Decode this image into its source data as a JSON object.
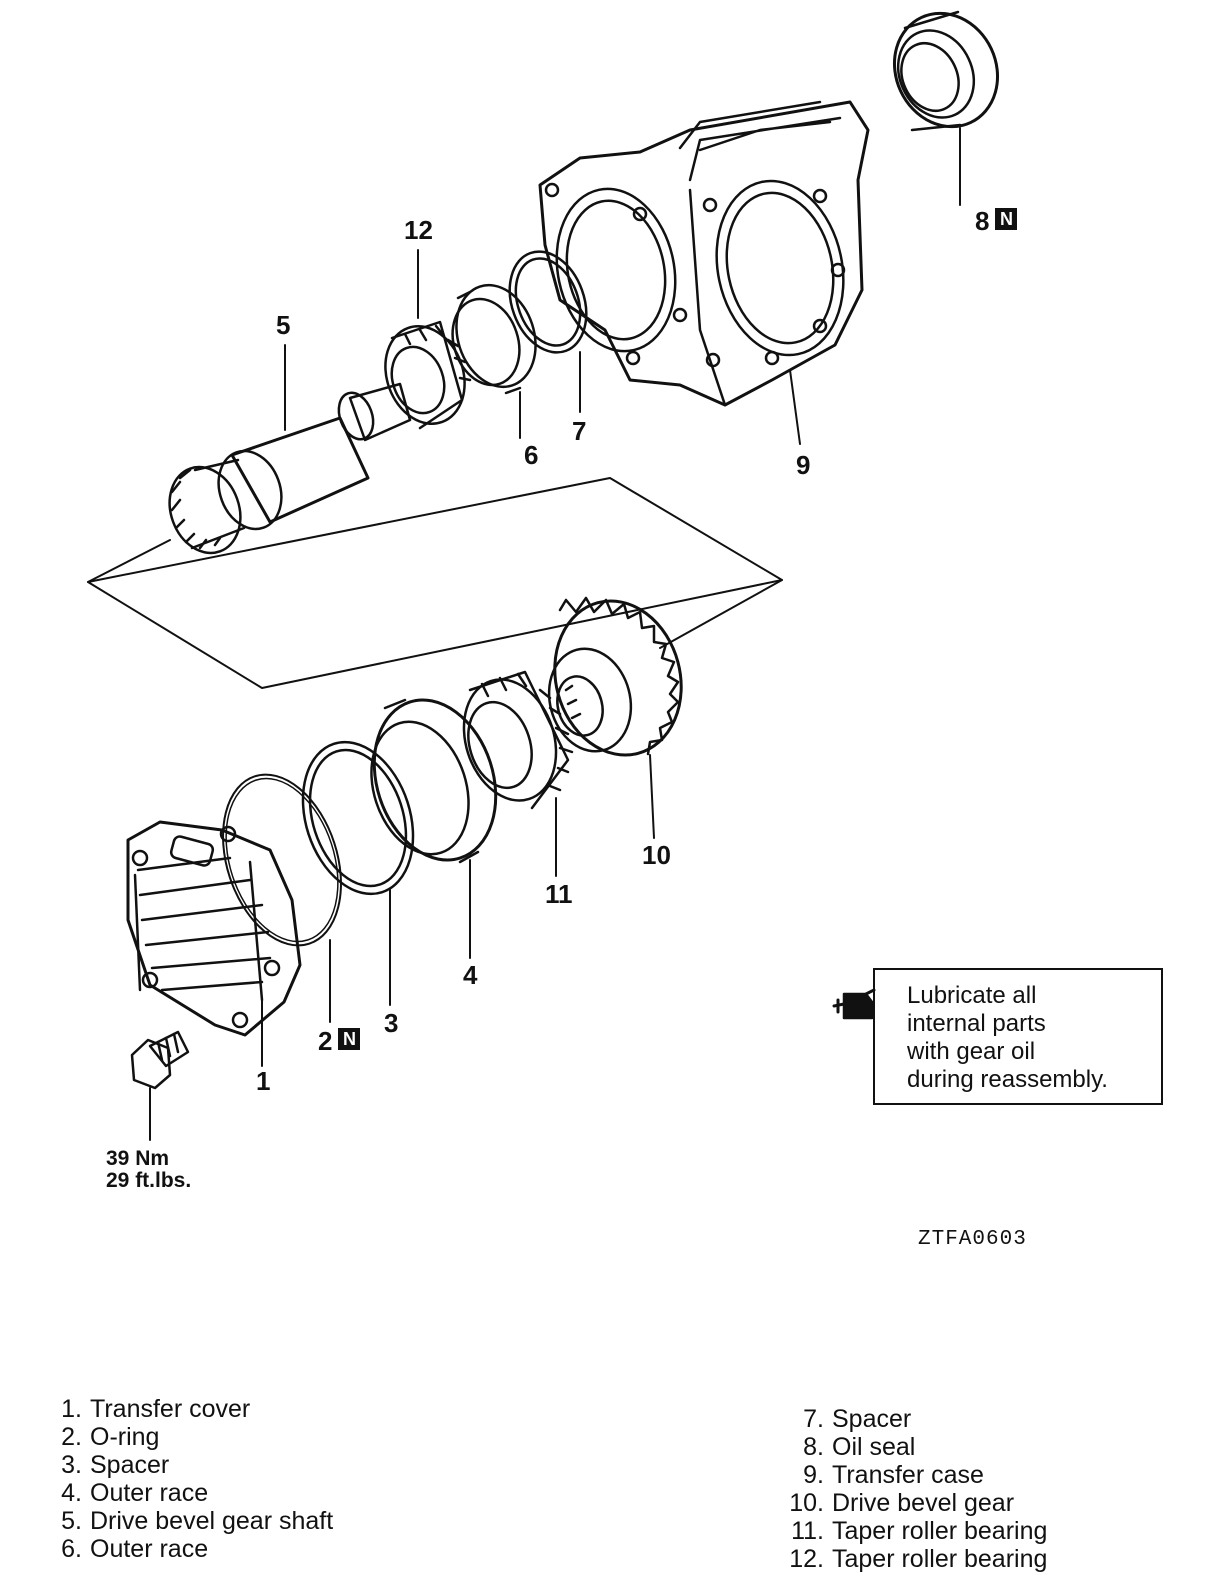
{
  "callouts": {
    "c1": "1",
    "c2": "2",
    "c3": "3",
    "c4": "4",
    "c5": "5",
    "c6": "6",
    "c7": "7",
    "c8": "8",
    "c9": "9",
    "c10": "10",
    "c11": "11",
    "c12": "12",
    "new_part_mark": "N"
  },
  "torque": {
    "metric": "39 Nm",
    "imperial": "29 ft.lbs."
  },
  "figure_id": "ZTFA0603",
  "note": {
    "line1": "Lubricate all",
    "line2": "internal parts",
    "line3": "with gear oil",
    "line4": "during reassembly."
  },
  "legend": {
    "left": [
      {
        "num": "1.",
        "label": "Transfer cover"
      },
      {
        "num": "2.",
        "label": "O-ring"
      },
      {
        "num": "3.",
        "label": "Spacer"
      },
      {
        "num": "4.",
        "label": "Outer race"
      },
      {
        "num": "5.",
        "label": "Drive bevel gear shaft"
      },
      {
        "num": "6.",
        "label": "Outer race"
      }
    ],
    "right": [
      {
        "num": "7.",
        "label": "Spacer"
      },
      {
        "num": "8.",
        "label": "Oil seal"
      },
      {
        "num": "9.",
        "label": "Transfer case"
      },
      {
        "num": "10.",
        "label": "Drive bevel gear"
      },
      {
        "num": "11.",
        "label": "Taper roller bearing"
      },
      {
        "num": "12.",
        "label": "Taper roller bearing"
      }
    ]
  }
}
